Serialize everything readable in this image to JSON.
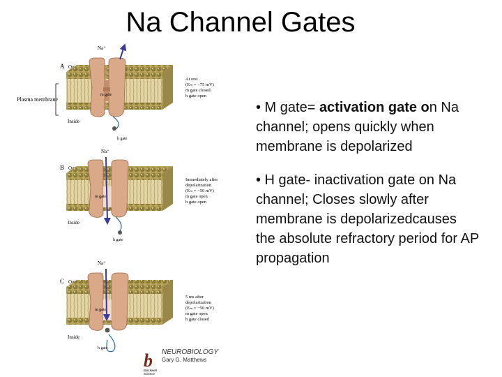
{
  "title": "Na Channel Gates",
  "figure": {
    "plasma_membrane_label": "Plasma membrane",
    "panels": [
      {
        "letter": "A",
        "outside": "Outside",
        "inside": "Inside",
        "ion": "Na⁺",
        "m_gate": "m gate",
        "h_gate": "h gate",
        "notes": [
          "At rest",
          "(Eₘ = −75 mV)",
          "m gate closed",
          "h gate open"
        ]
      },
      {
        "letter": "B",
        "outside": "Outside",
        "inside": "Inside",
        "ion": "Na⁺",
        "m_gate": "m gate",
        "h_gate": "h gate",
        "notes": [
          "Immediately after",
          "depolarization",
          "(Eₘ = −50 mV)",
          "m gate open",
          "h gate open"
        ]
      },
      {
        "letter": "C",
        "outside": "Outside",
        "inside": "Inside",
        "ion": "Na⁺",
        "m_gate": "m gate",
        "h_gate": "h gate",
        "notes": [
          "5 ms after",
          "depolarization",
          "(Eₘ = −50 mV)",
          "m gate open",
          "h gate closed"
        ]
      }
    ],
    "credit": {
      "logo_letter": "b",
      "publisher_line1": "Blackwell",
      "publisher_line2": "Science",
      "book": "NEUROBIOLOGY",
      "author": "Gary G. Matthews"
    }
  },
  "bullets": [
    {
      "prefix": "• M gate= ",
      "bold": "activation gate o",
      "rest": "n Na channel; opens quickly when  membrane is depolarized"
    },
    {
      "prefix": "• H gate- inactivation gate on Na channel; Closes slowly after membrane is depolarizedcauses the absolute refractory period for AP propagation",
      "bold": "",
      "rest": ""
    }
  ],
  "colors": {
    "lipid_head": "#8a7a3a",
    "lipid_tail": "#c8b070",
    "channel": "#d9a98a",
    "channel_dark": "#b07a5a",
    "arrow": "#3a3a9a",
    "h_gate_line": "#2a6aa0",
    "logo": "#7a2a1a"
  }
}
